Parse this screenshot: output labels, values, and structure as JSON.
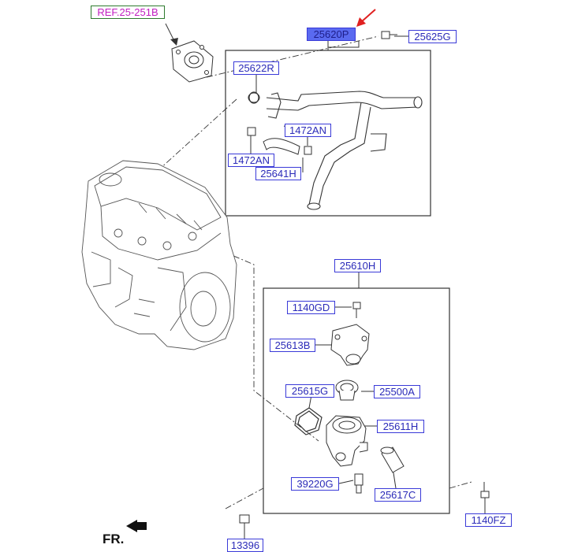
{
  "diagram": {
    "callouts": {
      "ref": "REF.25-251B",
      "p25620P": "25620P",
      "p25625G": "25625G",
      "p25622R": "25622R",
      "p1472AN_a": "1472AN",
      "p1472AN_b": "1472AN",
      "p25641H": "25641H",
      "p25610H": "25610H",
      "p1140GD": "1140GD",
      "p25613B": "25613B",
      "p25615G": "25615G",
      "p25500A": "25500A",
      "p25611H": "25611H",
      "p39220G": "39220G",
      "p25617C": "25617C",
      "p1140FZ": "1140FZ",
      "p13396": "13396"
    },
    "direction_label": "FR.",
    "colors": {
      "label_border": "#3a3ad8",
      "label_text": "#2a2ab8",
      "ref_text": "#c01ec0",
      "ref_border": "#2e7a2e",
      "highlight_fill": "#5a6af0",
      "pointer_arrow": "#e02020",
      "line_art": "#333333"
    },
    "icons": [
      "red-pointer-arrow-icon",
      "fr-direction-arrow-icon"
    ]
  }
}
